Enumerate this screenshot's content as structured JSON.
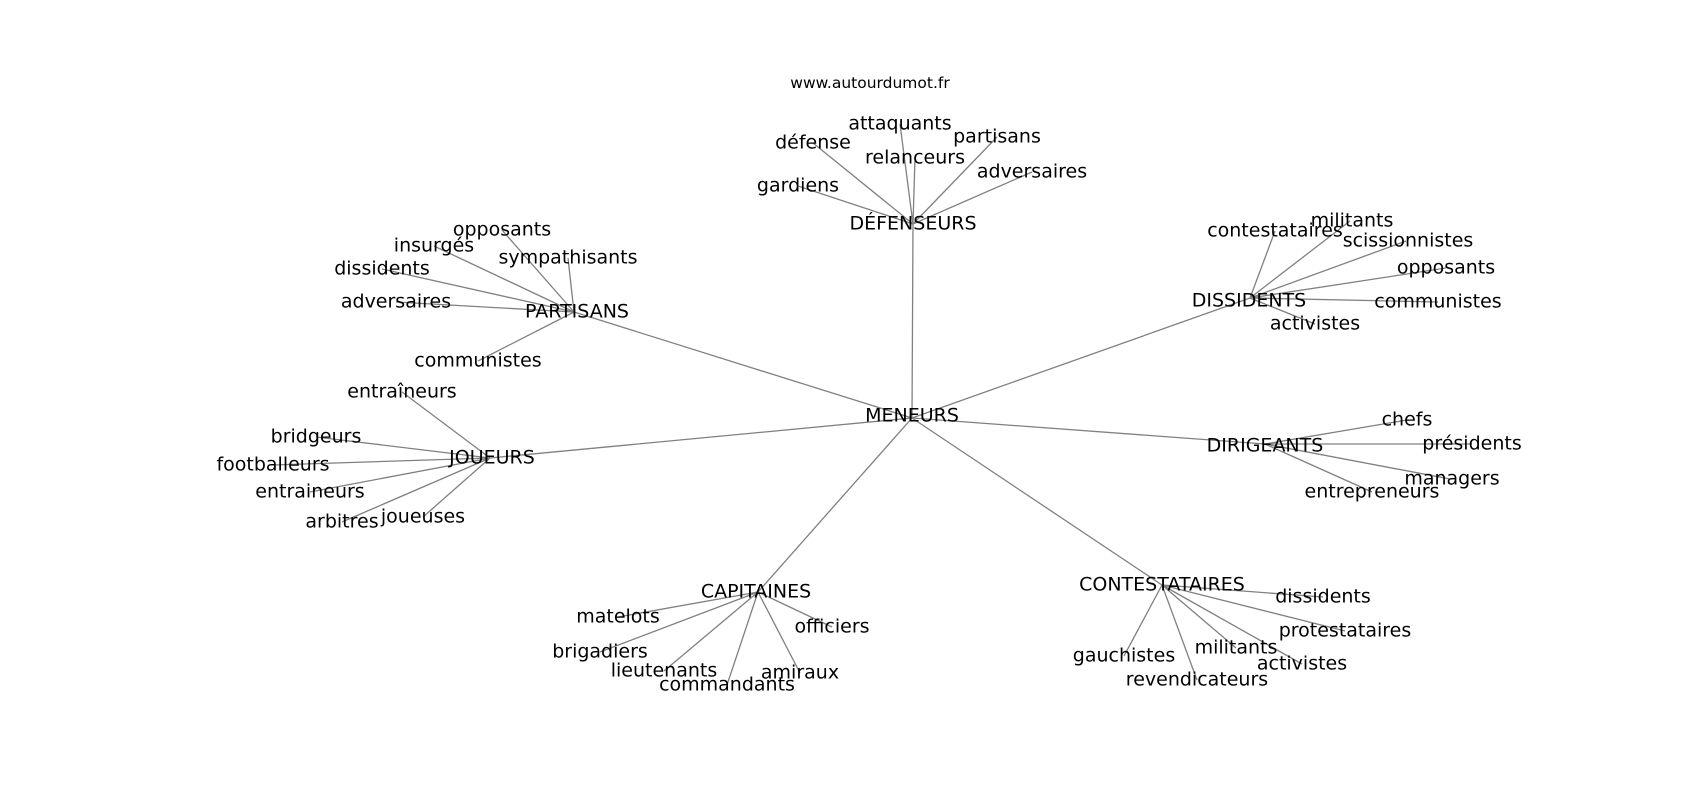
{
  "website": "www.autourdumot.fr",
  "root": "MENEURS",
  "groups": [
    {
      "name": "DÉFENSEURS",
      "words": [
        "attaquants",
        "défense",
        "relanceurs",
        "partisans",
        "gardiens",
        "adversaires"
      ]
    },
    {
      "name": "PARTISANS",
      "words": [
        "opposants",
        "insurgés",
        "sympathisants",
        "dissidents",
        "adversaires",
        "communistes"
      ]
    },
    {
      "name": "DISSIDENTS",
      "words": [
        "militants",
        "contestataires",
        "scissionnistes",
        "opposants",
        "communistes",
        "activistes"
      ]
    },
    {
      "name": "JOUEURS",
      "words": [
        "entraîneurs",
        "bridgeurs",
        "footballeurs",
        "entraineurs",
        "arbitres",
        "joueuses"
      ]
    },
    {
      "name": "DIRIGEANTS",
      "words": [
        "chefs",
        "présidents",
        "managers",
        "entrepreneurs"
      ]
    },
    {
      "name": "CAPITAINES",
      "words": [
        "matelots",
        "officiers",
        "brigadiers",
        "lieutenants",
        "amiraux",
        "commandants"
      ]
    },
    {
      "name": "CONTESTATAIRES",
      "words": [
        "dissidents",
        "protestataires",
        "militants",
        "gauchistes",
        "activistes",
        "revendicateurs"
      ]
    }
  ]
}
